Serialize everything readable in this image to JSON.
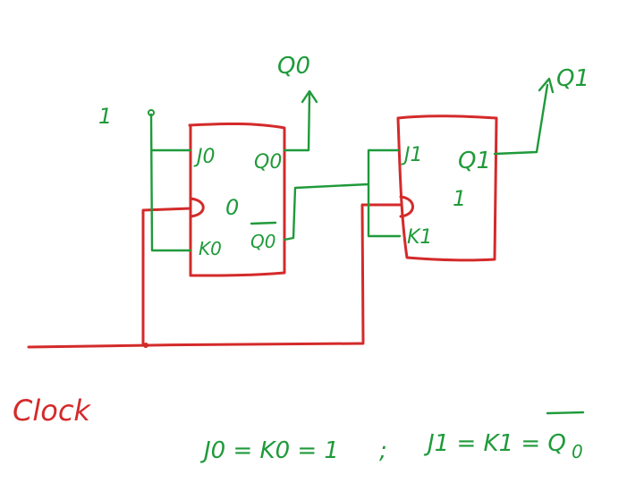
{
  "colors": {
    "ink_red": "#d42a2a",
    "ink_green": "#1f9a3a",
    "background": "#ffffff"
  },
  "labels": {
    "input_one": "1",
    "q0_output": "Q0",
    "q1_output": "Q1",
    "clock": "Clock"
  },
  "flipflop0": {
    "j": "J0",
    "k": "K0",
    "q": "Q0",
    "qbar": "Q0",
    "state": "0"
  },
  "flipflop1": {
    "j": "J1",
    "k": "K1",
    "q": "Q1",
    "state": "1"
  },
  "equations": {
    "eq0": "J0 = K0 = 1",
    "separator": ";",
    "eq1_left": "J1 = K1 = Q",
    "eq1_sub": "0"
  }
}
